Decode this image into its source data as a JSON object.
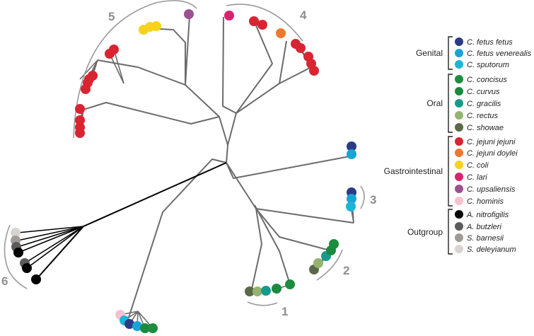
{
  "colors": {
    "branch": "#6b6b6b",
    "outgroup_branch": "#000000",
    "bracket": "#9a9a9a",
    "clade_number": "#8f8f8f"
  },
  "clade_labels": [
    "1",
    "2",
    "3",
    "4",
    "5",
    "6"
  ],
  "legend": [
    {
      "group": "Genital",
      "species": [
        {
          "name": "C. fetus fetus",
          "color": "#2b3b84"
        },
        {
          "name": "C. fetus venerealis",
          "color": "#1aa3d6"
        },
        {
          "name": "C. sputorum",
          "color": "#1cb5d8"
        }
      ]
    },
    {
      "group": "Oral",
      "species": [
        {
          "name": "C. concisus",
          "color": "#1e8c3f"
        },
        {
          "name": "C. curvus",
          "color": "#1a8a40"
        },
        {
          "name": "C. gracilis",
          "color": "#169a8a"
        },
        {
          "name": "C. rectus",
          "color": "#95b36f"
        },
        {
          "name": "C. showae",
          "color": "#5a6a48"
        }
      ]
    },
    {
      "group": "Gastrointestinal",
      "species": [
        {
          "name": "C. jejuni jejuni",
          "color": "#d92432"
        },
        {
          "name": "C. jejuni doylei",
          "color": "#f0782c"
        },
        {
          "name": "C. coli",
          "color": "#f7d21a"
        },
        {
          "name": "C. lari",
          "color": "#d8246c"
        },
        {
          "name": "C. upsaliensis",
          "color": "#9d5090"
        },
        {
          "name": "C. hominis",
          "color": "#f5c1cf"
        }
      ]
    },
    {
      "group": "Outgroup",
      "species": [
        {
          "name": "A. nitrofigilis",
          "color": "#000000"
        },
        {
          "name": "A. butzleri",
          "color": "#5c5a5a"
        },
        {
          "name": "S. barnesii",
          "color": "#9e9a98"
        },
        {
          "name": "S. deleyianum",
          "color": "#d8d3cf"
        }
      ]
    }
  ]
}
